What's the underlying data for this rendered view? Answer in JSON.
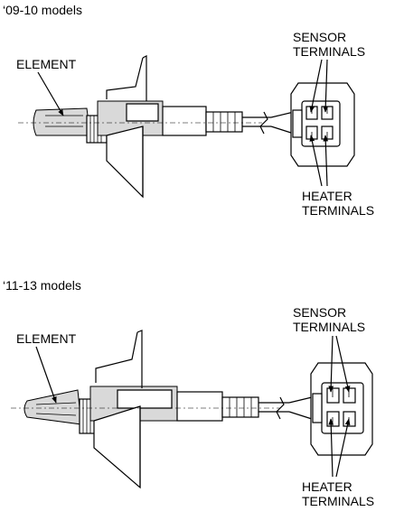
{
  "sections": [
    {
      "model_label": "‘09-10 models",
      "element_label": "ELEMENT",
      "sensor_label": [
        "SENSOR",
        "TERMINALS"
      ],
      "heater_label": [
        "HEATER",
        "TERMINALS"
      ]
    },
    {
      "model_label": "‘11-13 models",
      "element_label": "ELEMENT",
      "sensor_label": [
        "SENSOR",
        "TERMINALS"
      ],
      "heater_label": [
        "HEATER",
        "TERMINALS"
      ]
    }
  ]
}
